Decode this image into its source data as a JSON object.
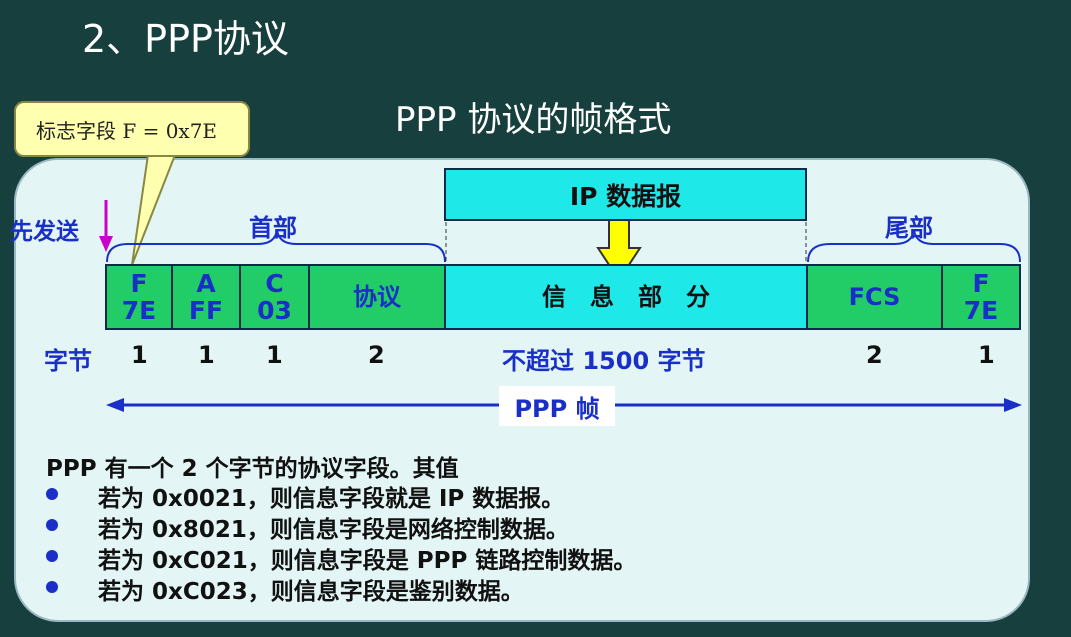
{
  "page_title": "2、PPP协议",
  "diagram_title": "PPP 协议的帧格式",
  "callout": "标志字段 F = 0x7E",
  "send_first_label": "先发送",
  "header_label": "首部",
  "trailer_label": "尾部",
  "ip_datagram_label": "IP 数据报",
  "fields": [
    {
      "line1": "F",
      "line2": "7E"
    },
    {
      "line1": "A",
      "line2": "FF"
    },
    {
      "line1": "C",
      "line2": "03"
    },
    {
      "line1": "协议",
      "line2": ""
    },
    {
      "line1": "信　息　部　分",
      "line2": ""
    },
    {
      "line1": "FCS",
      "line2": ""
    },
    {
      "line1": "F",
      "line2": "7E"
    }
  ],
  "bytes_label": "字节",
  "byte_counts": [
    "1",
    "1",
    "1",
    "2",
    "不超过 1500 字节",
    "2",
    "1"
  ],
  "frame_label": "PPP 帧",
  "description": {
    "intro": "PPP 有一个 2 个字节的协议字段。其值",
    "items": [
      "若为 0x0021，则信息字段就是 IP 数据报。",
      "若为 0x8021，则信息字段是网络控制数据。",
      "若为 0xC021，则信息字段是 PPP 链路控制数据。",
      "若为 0xC023，则信息字段是鉴别数据。"
    ]
  },
  "colors": {
    "background": "#173f3d",
    "panel": "#e3f6f5",
    "field_green": "#22cc66",
    "field_cyan": "#1fe8e8",
    "label_blue": "#1a2fc8",
    "arrow_yellow": "#ffff00",
    "arrow_magenta": "#cc00cc",
    "callout_yellow": "#ffffb0"
  }
}
